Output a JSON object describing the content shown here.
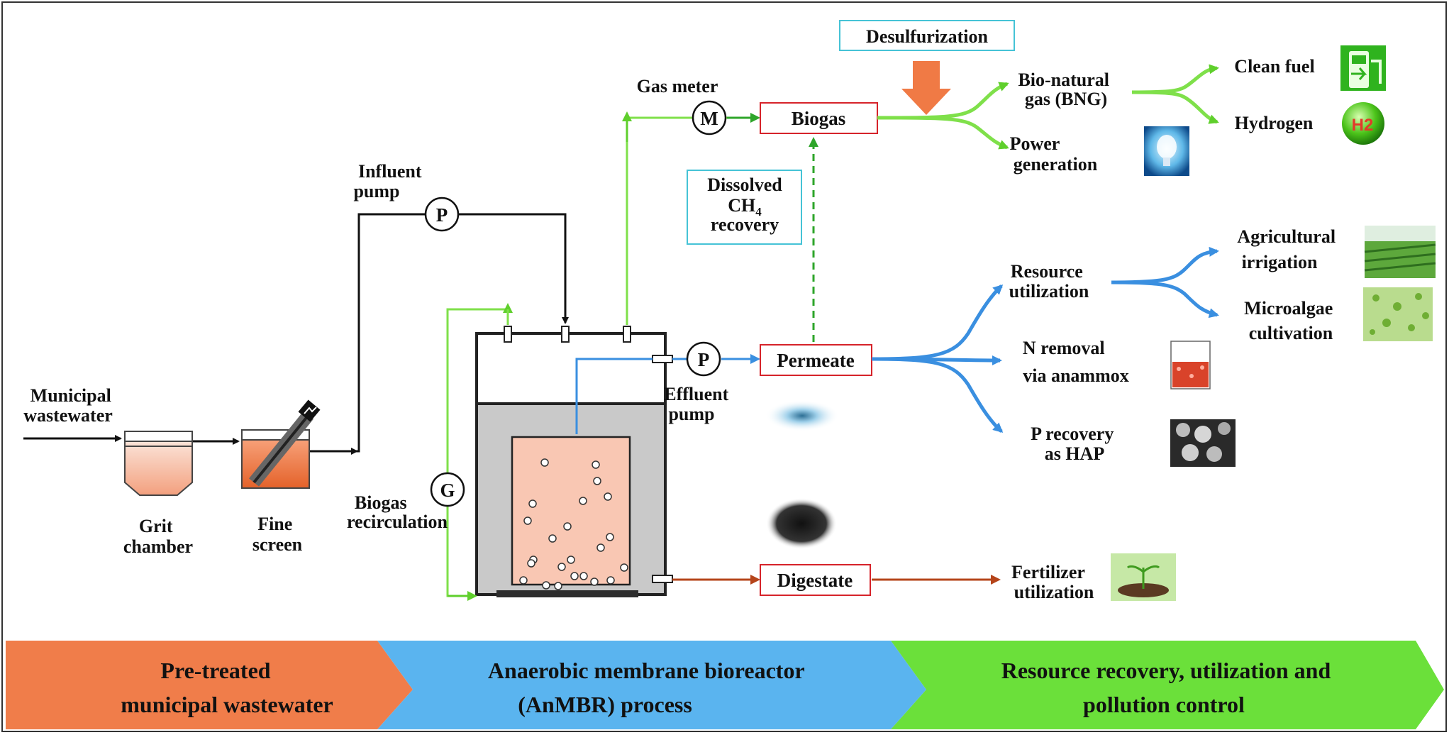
{
  "colors": {
    "frame": "#333333",
    "black_line": "#111111",
    "green_line": "#7fe04a",
    "blue_line": "#3a8fe0",
    "brown_line": "#b5441a",
    "red_box": "#d6232a",
    "cyan_box": "#45c3d6",
    "orange_arrow": "#f07a45",
    "band_orange": "#f07d4a",
    "band_blue": "#5ab4ef",
    "band_green": "#6be03a",
    "reactor_gray": "#c9c9c9",
    "sludge_pink": "#f9c7b3"
  },
  "inputs": {
    "municipal": [
      "Municipal",
      "wastewater"
    ],
    "grit": [
      "Grit",
      "chamber"
    ],
    "screen": [
      "Fine",
      "screen"
    ]
  },
  "pumps": {
    "influent_label": [
      "Influent",
      "pump"
    ],
    "influent_symbol": "P",
    "effluent_label": [
      "Effluent",
      "pump"
    ],
    "effluent_symbol": "P",
    "gas_meter_label": "Gas meter",
    "gas_meter_symbol": "M",
    "recirc_symbol": "G",
    "recirc_label": [
      "Biogas",
      "recirculation"
    ]
  },
  "nodes": {
    "biogas": "Biogas",
    "permeate": "Permeate",
    "digestate": "Digestate",
    "desulfurization": "Desulfurization",
    "dissolved": [
      "Dissolved",
      "CH",
      "4",
      "recovery"
    ]
  },
  "outputs": {
    "bng": [
      "Bio-natural",
      "gas (BNG)"
    ],
    "power": [
      "Power",
      "generation"
    ],
    "clean_fuel": "Clean fuel",
    "hydrogen": "Hydrogen",
    "resource": [
      "Resource",
      "utilization"
    ],
    "agri": [
      "Agricultural",
      "irrigation"
    ],
    "microalgae": [
      "Microalgae",
      "cultivation"
    ],
    "n_removal": [
      "N removal",
      "via anammox"
    ],
    "p_recovery": [
      "P recovery",
      "as HAP"
    ],
    "fertilizer": [
      "Fertilizer",
      "utilization"
    ],
    "h2_badge": "H2"
  },
  "bands": {
    "b1": [
      "Pre-treated",
      "municipal  wastewater"
    ],
    "b2": [
      "Anaerobic membrane bioreactor",
      "(AnMBR) process"
    ],
    "b3": [
      "Resource recovery, utilization and",
      "pollution control"
    ]
  }
}
